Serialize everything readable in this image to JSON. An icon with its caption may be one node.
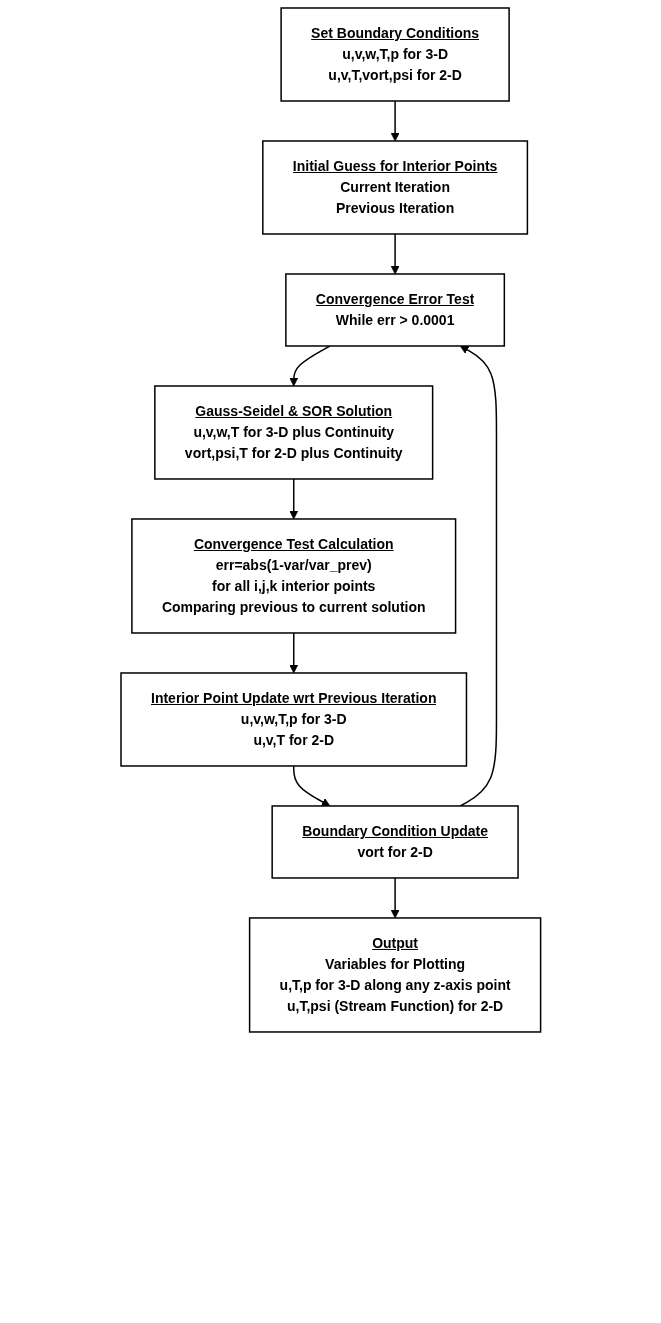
{
  "diagram": {
    "nodes": [
      {
        "text": [
          "Set Boundary Conditions",
          "u,v,w,T,p for 3-D",
          "u,v,T,vort,psi for 2-D"
        ]
      },
      {
        "text": [
          "Initial Guess for Interior Points",
          "Current Iteration",
          "Previous Iteration"
        ]
      },
      {
        "text": [
          "Convergence Error Test",
          "While err > 0.0001"
        ]
      },
      {
        "text": [
          "Gauss-Seidel & SOR Solution",
          "u,v,w,T for 3-D plus Continuity",
          "vort,psi,T for 2-D plus Continuity"
        ]
      },
      {
        "text": [
          "Convergence Test Calculation",
          "err=abs(1-var/var_prev)",
          "for all i,j,k interior points",
          "Comparing previous to current solution"
        ]
      },
      {
        "text": [
          "Interior Point Update wrt Previous Iteration",
          "u,v,w,T,p for 3-D",
          "u,v,T for 2-D"
        ]
      },
      {
        "text": [
          "Boundary Condition Update",
          "vort for 2-D"
        ]
      },
      {
        "text": [
          "Output",
          "Variables for Plotting",
          "u,T,p for 3-D along any z-axis point",
          "u,T,psi (Stream Function) for 2-D"
        ]
      }
    ],
    "edges": [
      {
        "from": 0,
        "to": 1,
        "arrow": "to"
      },
      {
        "from": 1,
        "to": 2,
        "arrow": "to"
      },
      {
        "from": 2,
        "to": 3,
        "arrow": "to"
      },
      {
        "from": 3,
        "to": 4,
        "arrow": "to"
      },
      {
        "from": 4,
        "to": 5,
        "arrow": "to"
      },
      {
        "from": 5,
        "to": 6,
        "arrow": "to"
      },
      {
        "from": 6,
        "to": 2,
        "arrow": "to"
      },
      {
        "from": 6,
        "to": 7,
        "arrow": "to"
      }
    ]
  }
}
